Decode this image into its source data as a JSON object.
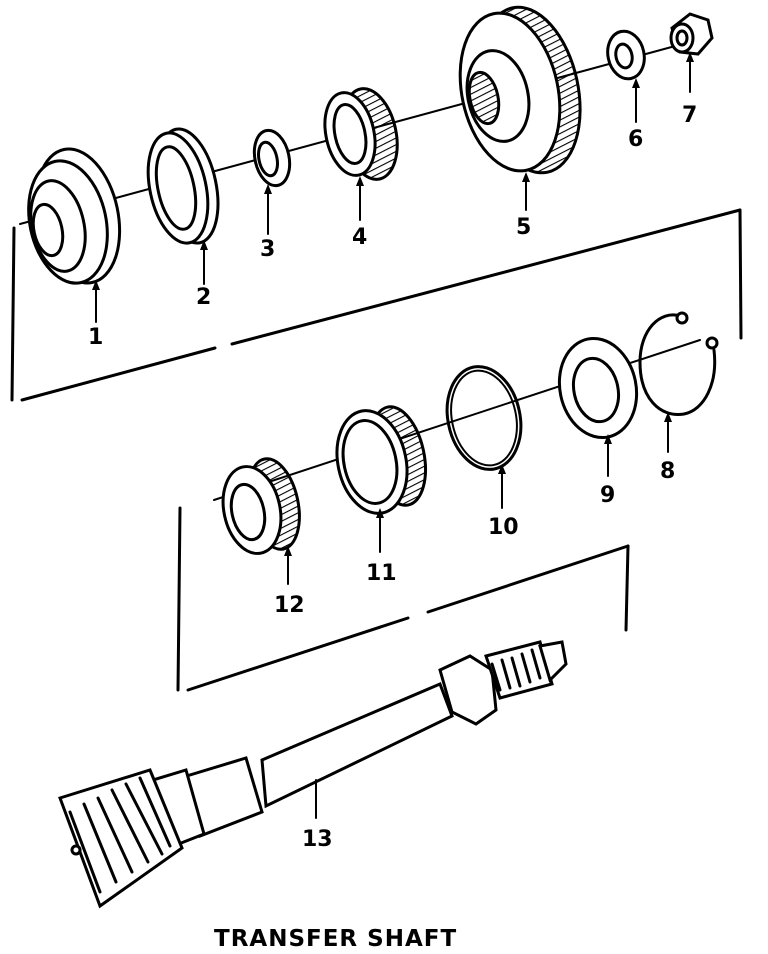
{
  "title": "TRANSFER SHAFT",
  "parts": [
    {
      "id": "part-1",
      "callout": "1"
    },
    {
      "id": "part-2",
      "callout": "2"
    },
    {
      "id": "part-3",
      "callout": "3"
    },
    {
      "id": "part-4",
      "callout": "4"
    },
    {
      "id": "part-5",
      "callout": "5"
    },
    {
      "id": "part-6",
      "callout": "6"
    },
    {
      "id": "part-7",
      "callout": "7"
    },
    {
      "id": "part-8",
      "callout": "8"
    },
    {
      "id": "part-9",
      "callout": "9"
    },
    {
      "id": "part-10",
      "callout": "10"
    },
    {
      "id": "part-11",
      "callout": "11"
    },
    {
      "id": "part-12",
      "callout": "12"
    },
    {
      "id": "part-13",
      "callout": "13"
    }
  ],
  "colors": {
    "ink": "#000000",
    "paper": "#ffffff"
  }
}
